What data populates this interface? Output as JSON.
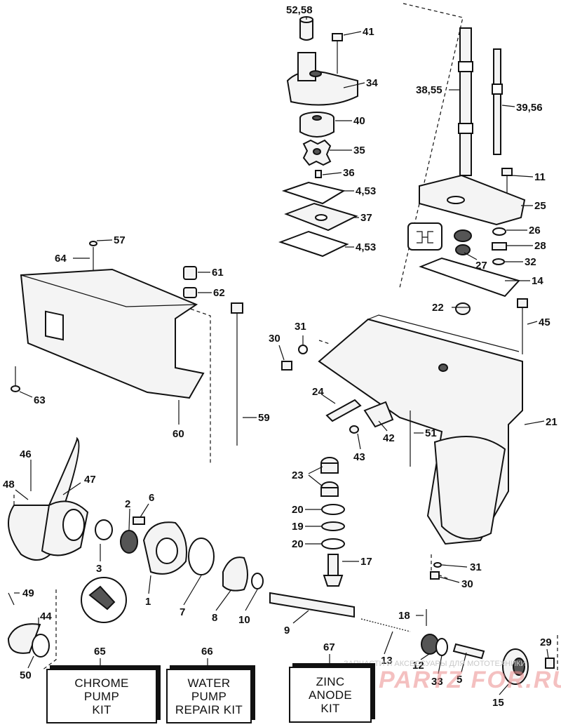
{
  "callouts": {
    "c52_58": "52,58",
    "c41": "41",
    "c34": "34",
    "c40": "40",
    "c35": "35",
    "c36": "36",
    "c4_53a": "4,53",
    "c37": "37",
    "c4_53b": "4,53",
    "c38_55": "38,55",
    "c39_56": "39,56",
    "c11": "11",
    "c25": "25",
    "c26": "26",
    "c28": "28",
    "c27": "27",
    "c32": "32",
    "c14": "14",
    "c57": "57",
    "c64": "64",
    "c61": "61",
    "c62": "62",
    "c63": "63",
    "c60": "60",
    "c59": "59",
    "c22": "22",
    "c45": "45",
    "c31a": "31",
    "c30a": "30",
    "c24": "24",
    "c42": "42",
    "c43": "43",
    "c51": "51",
    "c21": "21",
    "c46": "46",
    "c48": "48",
    "c47": "47",
    "c2": "2",
    "c6": "6",
    "c23": "23",
    "c20a": "20",
    "c19": "19",
    "c20b": "20",
    "c17": "17",
    "c31b": "31",
    "c30b": "30",
    "c3": "3",
    "c1": "1",
    "c7": "7",
    "c8": "8",
    "c10": "10",
    "c9": "9",
    "c49": "49",
    "c44": "44",
    "c50": "50",
    "c18": "18",
    "c13": "13",
    "c12": "12",
    "c33": "33",
    "c5": "5",
    "c29": "29",
    "c15": "15"
  },
  "kits": {
    "chrome_pump": {
      "number": "65",
      "label": "CHROME\nPUMP\nKIT"
    },
    "water_pump": {
      "number": "66",
      "label": "WATER\nPUMP\nREPAIR KIT"
    },
    "zinc_anode": {
      "number": "67",
      "label": "ZINC\nANODE\nKIT"
    }
  },
  "watermark": {
    "text": "ЗАПЧАСТИ И АКСЕССУАРЫ ДЛЯ МОТОТЕХНИКИ",
    "logo": "PARTZ FOR.RU"
  }
}
